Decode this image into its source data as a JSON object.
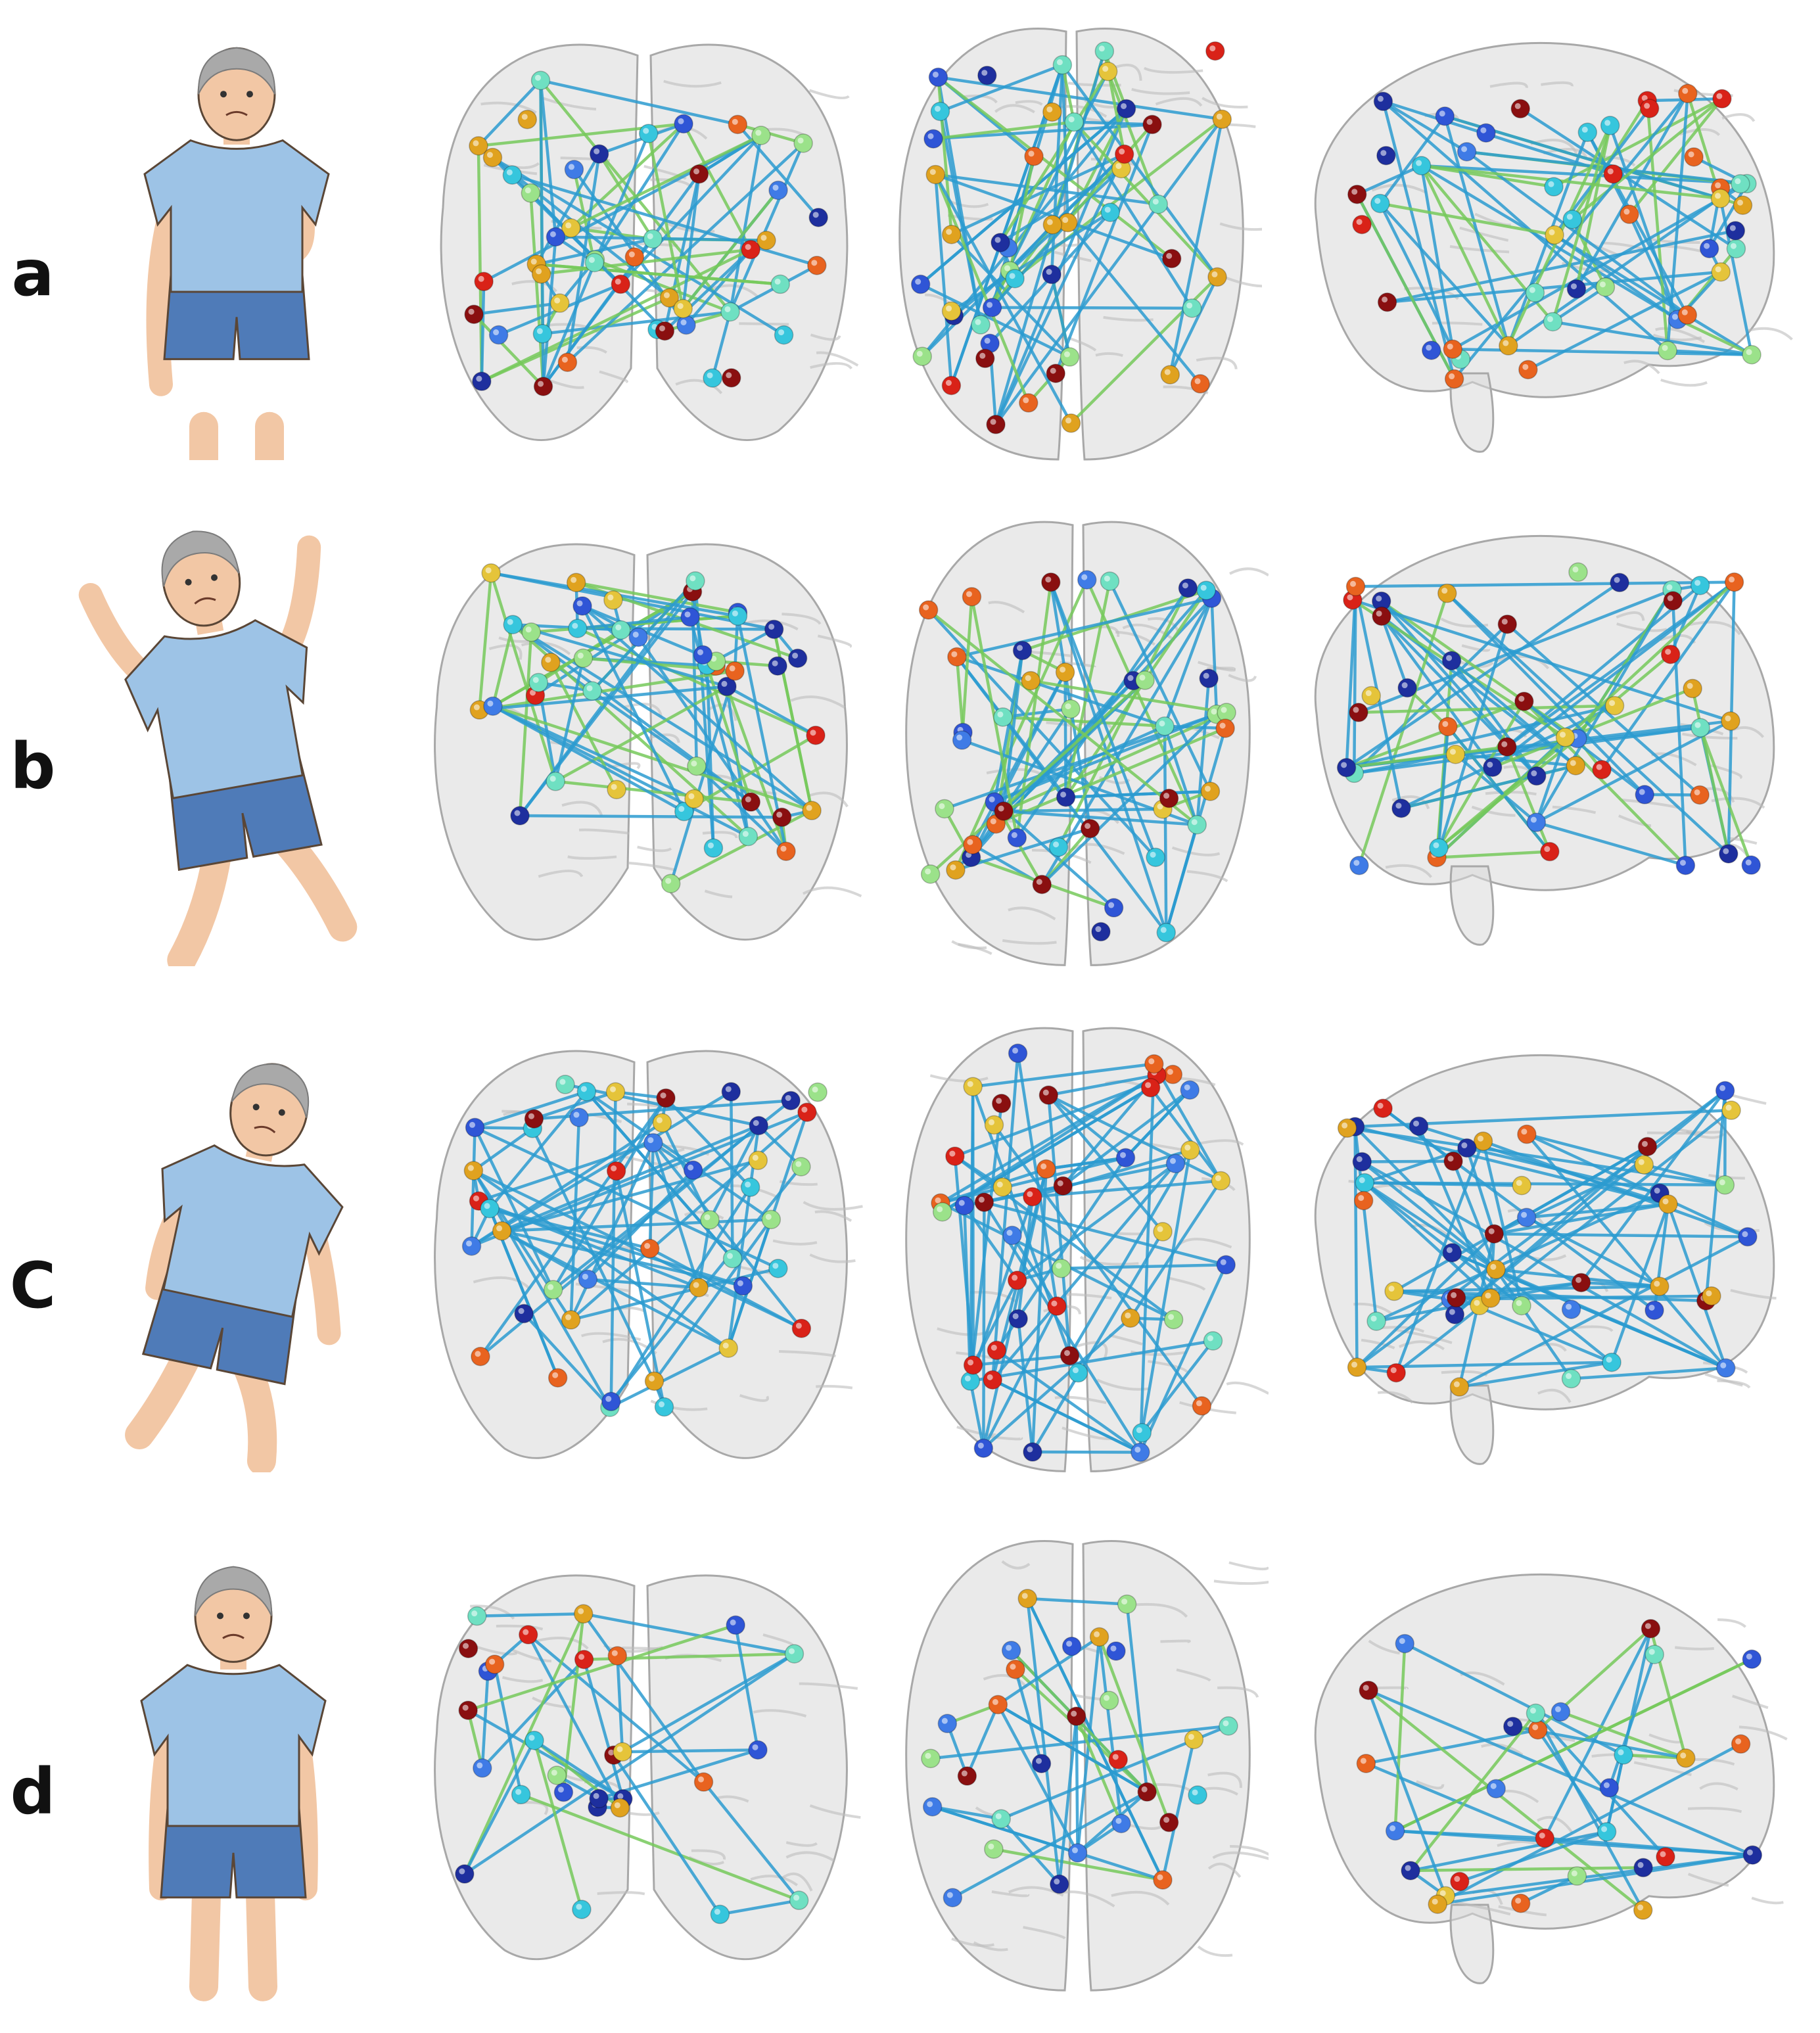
{
  "figure": {
    "rows": [
      {
        "label": "a",
        "pose": "hand-on-chest-trembling",
        "seed": 11,
        "nodes": 46,
        "edges": 70,
        "edge_palette": [
          "#2b9bd0",
          "#76c95a"
        ],
        "view_variants": [
          "coronal",
          "axial",
          "sagittal"
        ]
      },
      {
        "label": "b",
        "pose": "falling-backwards-arms-up",
        "seed": 23,
        "nodes": 44,
        "edges": 72,
        "edge_palette": [
          "#2b9bd0",
          "#76c95a"
        ],
        "view_variants": [
          "coronal",
          "axial",
          "sagittal"
        ]
      },
      {
        "label": "C",
        "pose": "stooped-shuffling-gait",
        "seed": 37,
        "nodes": 44,
        "edges": 72,
        "edge_palette": [
          "#2b9bd0",
          "#2b9bd0"
        ],
        "view_variants": [
          "coronal",
          "axial",
          "sagittal"
        ]
      },
      {
        "label": "d",
        "pose": "standing-still-neutral",
        "seed": 53,
        "nodes": 28,
        "edges": 36,
        "edge_palette": [
          "#2b9bd0",
          "#76c95a"
        ],
        "view_variants": [
          "coronal",
          "axial",
          "sagittal"
        ]
      }
    ],
    "node_colors": [
      "#1e2f9e",
      "#2f55d6",
      "#3f7be6",
      "#36c6dd",
      "#6fe0c2",
      "#9be28a",
      "#e5c43a",
      "#e0a21f",
      "#e8631f",
      "#d92218",
      "#8a0f10"
    ],
    "brain_fill": "#d8d8d8",
    "brain_stroke": "#a8a8a8",
    "skin": "#f2c7a5",
    "shirt": "#9dc3e6",
    "shorts": "#4f7bb8",
    "hair": "#a9a9a9"
  }
}
